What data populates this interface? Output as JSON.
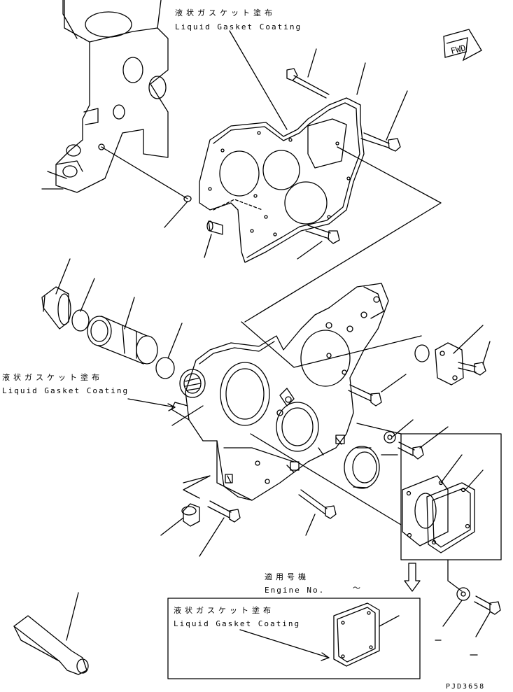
{
  "labels": {
    "coating_top_jp": "液状ガスケット塗布",
    "coating_top_en": "Liquid Gasket Coating",
    "coating_left_jp": "液状ガスケット塗布",
    "coating_left_en": "Liquid Gasket Coating",
    "applicable_jp": "適用号機",
    "engine_no": "Engine No.",
    "engine_no_range": "～",
    "coating_box_jp": "液状ガスケット塗布",
    "coating_box_en": "Liquid Gasket Coating",
    "fwd": "FWD",
    "drawing_code": "PJD3658"
  }
}
